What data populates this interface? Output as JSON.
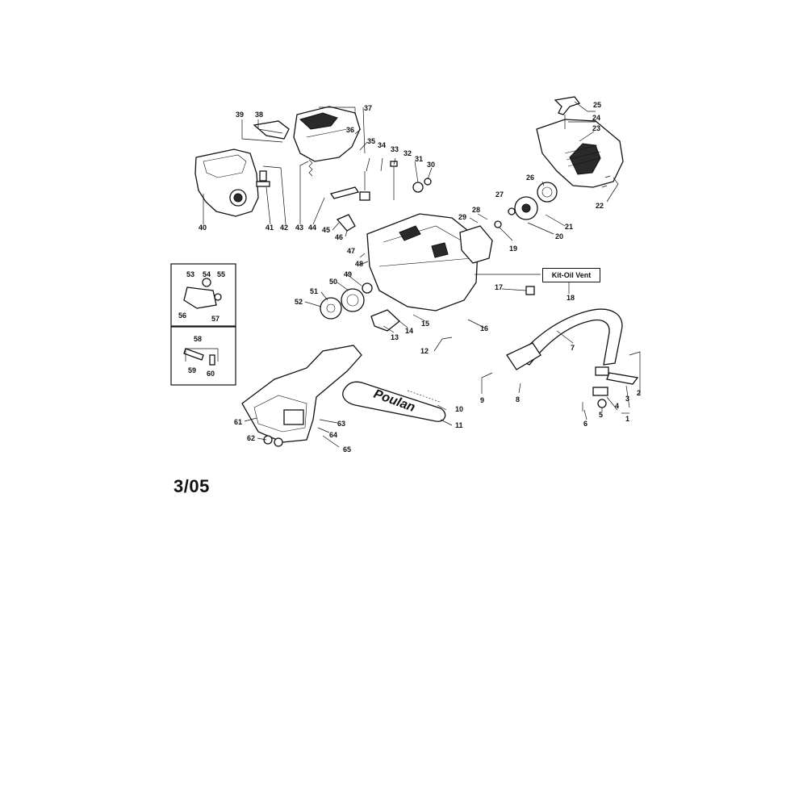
{
  "date": "3/05",
  "kit_label": "Kit-Oil Vent",
  "brand": "Poulan",
  "callouts": [
    "1",
    "2",
    "3",
    "4",
    "5",
    "6",
    "7",
    "8",
    "9",
    "10",
    "11",
    "12",
    "13",
    "14",
    "15",
    "16",
    "17",
    "18",
    "19",
    "20",
    "21",
    "22",
    "23",
    "24",
    "25",
    "26",
    "27",
    "28",
    "29",
    "30",
    "31",
    "32",
    "33",
    "34",
    "35",
    "36",
    "37",
    "38",
    "39",
    "40",
    "41",
    "42",
    "43",
    "44",
    "45",
    "46",
    "47",
    "48",
    "49",
    "50",
    "51",
    "52",
    "53",
    "54",
    "55",
    "56",
    "57",
    "58",
    "59",
    "60",
    "61",
    "62",
    "63",
    "64",
    "65"
  ]
}
